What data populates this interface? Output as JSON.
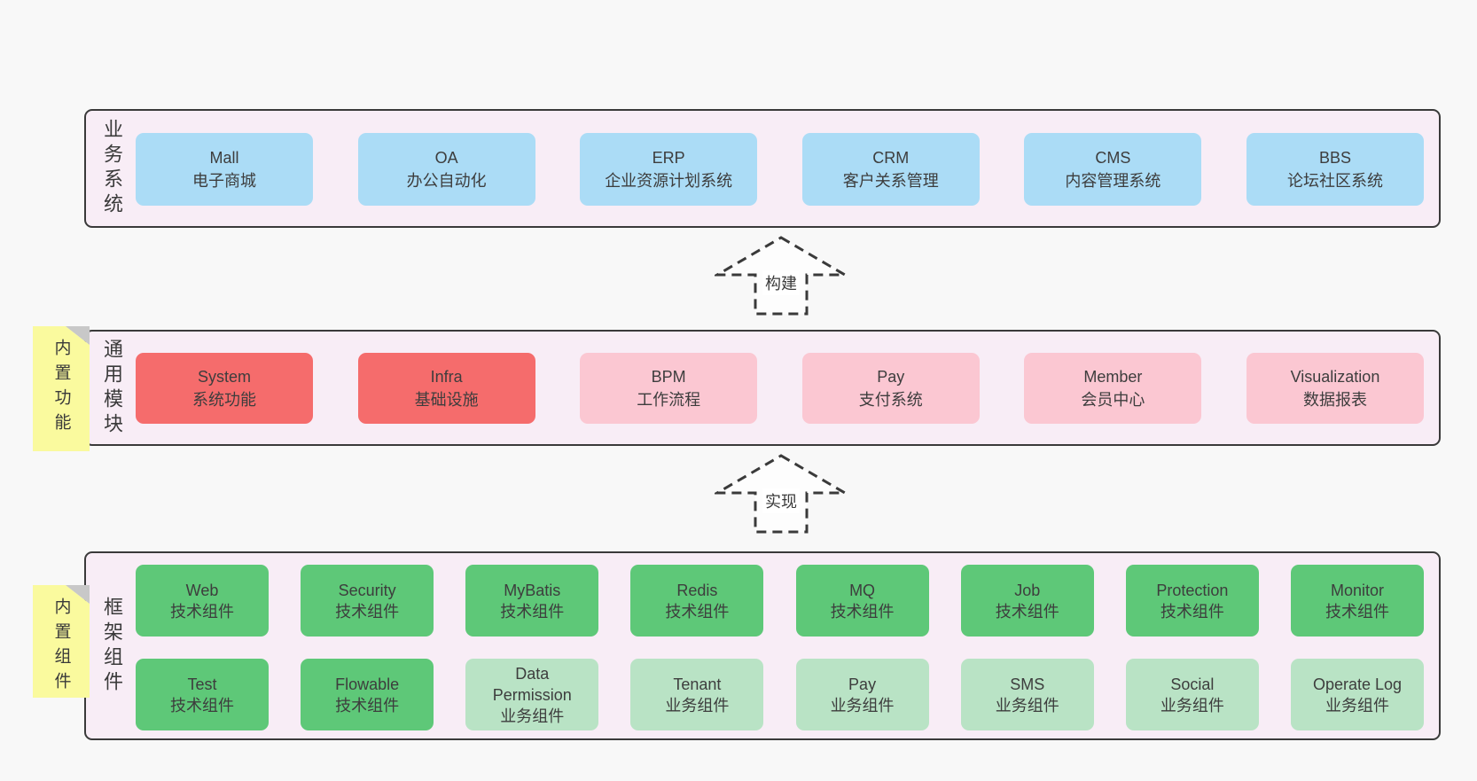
{
  "diagram": {
    "colors": {
      "page_background": "#f8f8f8",
      "section_background": "#f8edf6",
      "section_border": "#3a3a3a",
      "business_box": "#abdcf6",
      "core_module_box": "#f56c6c",
      "optional_module_box": "#fbc7d2",
      "tech_component_box": "#5ec878",
      "biz_component_box": "#b9e3c5",
      "sticky_note": "#fafa9e",
      "sticky_fold": "#c8c8c8"
    },
    "arrows": {
      "build": "构建",
      "implement": "实现"
    },
    "sections": {
      "business": {
        "label": "业务系统",
        "systems": [
          {
            "name": "Mall",
            "desc": "电子商城"
          },
          {
            "name": "OA",
            "desc": "办公自动化"
          },
          {
            "name": "ERP",
            "desc": "企业资源计划系统"
          },
          {
            "name": "CRM",
            "desc": "客户关系管理"
          },
          {
            "name": "CMS",
            "desc": "内容管理系统"
          },
          {
            "name": "BBS",
            "desc": "论坛社区系统"
          }
        ]
      },
      "modules": {
        "label": "通用模块",
        "sticky": "内置功能",
        "items": [
          {
            "name": "System",
            "desc": "系统功能",
            "variant": "red"
          },
          {
            "name": "Infra",
            "desc": "基础设施",
            "variant": "red"
          },
          {
            "name": "BPM",
            "desc": "工作流程",
            "variant": "pink"
          },
          {
            "name": "Pay",
            "desc": "支付系统",
            "variant": "pink"
          },
          {
            "name": "Member",
            "desc": "会员中心",
            "variant": "pink"
          },
          {
            "name": "Visualization",
            "desc": "数据报表",
            "variant": "pink"
          }
        ]
      },
      "framework": {
        "label": "框架组件",
        "sticky": "内置组件",
        "row1": [
          {
            "name": "Web",
            "desc": "技术组件",
            "variant": "green-dark"
          },
          {
            "name": "Security",
            "desc": "技术组件",
            "variant": "green-dark"
          },
          {
            "name": "MyBatis",
            "desc": "技术组件",
            "variant": "green-dark"
          },
          {
            "name": "Redis",
            "desc": "技术组件",
            "variant": "green-dark"
          },
          {
            "name": "MQ",
            "desc": "技术组件",
            "variant": "green-dark"
          },
          {
            "name": "Job",
            "desc": "技术组件",
            "variant": "green-dark"
          },
          {
            "name": "Protection",
            "desc": "技术组件",
            "variant": "green-dark"
          },
          {
            "name": "Monitor",
            "desc": "技术组件",
            "variant": "green-dark"
          }
        ],
        "row2": [
          {
            "name": "Test",
            "desc": "技术组件",
            "variant": "green-dark"
          },
          {
            "name": "Flowable",
            "desc": "技术组件",
            "variant": "green-dark"
          },
          {
            "name": "Data Permission",
            "desc": "业务组件",
            "variant": "green-light"
          },
          {
            "name": "Tenant",
            "desc": "业务组件",
            "variant": "green-light"
          },
          {
            "name": "Pay",
            "desc": "业务组件",
            "variant": "green-light"
          },
          {
            "name": "SMS",
            "desc": "业务组件",
            "variant": "green-light"
          },
          {
            "name": "Social",
            "desc": "业务组件",
            "variant": "green-light"
          },
          {
            "name": "Operate Log",
            "desc": "业务组件",
            "variant": "green-light"
          }
        ]
      }
    }
  }
}
